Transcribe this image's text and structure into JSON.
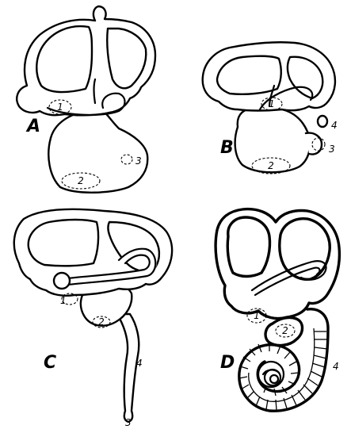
{
  "panels": {
    "A": {
      "label": "A",
      "numbers": [
        "1",
        "2",
        "3"
      ]
    },
    "B": {
      "label": "B",
      "numbers": [
        "1",
        "2",
        "3",
        "4"
      ]
    },
    "C": {
      "label": "C",
      "numbers": [
        "1",
        "2",
        "3",
        "4"
      ]
    },
    "D": {
      "label": "D",
      "numbers": [
        "1",
        "2",
        "4"
      ]
    }
  }
}
